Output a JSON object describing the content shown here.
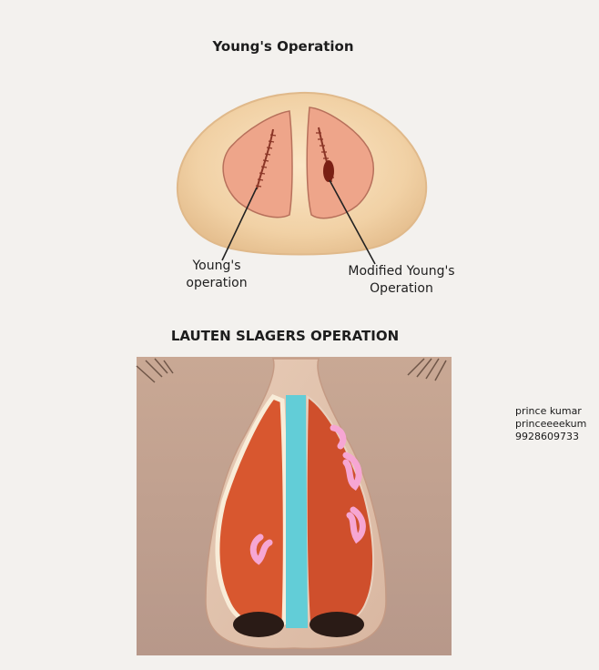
{
  "top_diagram": {
    "title": "Young's Operation",
    "label_left_line1": "Young's",
    "label_left_line2": "operation",
    "label_right_line1": "Modified Young's",
    "label_right_line2": "Operation"
  },
  "bottom_diagram": {
    "title": "LAUTEN SLAGERS OPERATION"
  },
  "credit": {
    "line1": "prince kumar",
    "line2": "princeeeekum",
    "line3": "9928609733"
  }
}
